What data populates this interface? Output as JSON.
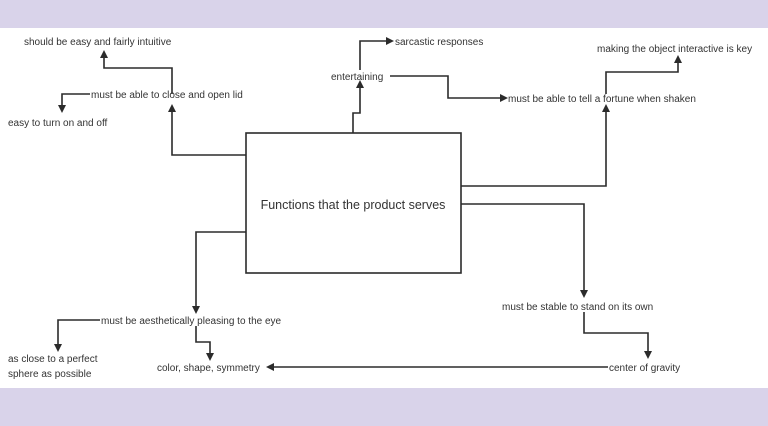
{
  "diagram": {
    "center": "Functions that the product serves",
    "nodes": {
      "easy_intuitive": "should be easy and fairly intuitive",
      "close_open_lid": "must be able to close and open lid",
      "easy_turn": "easy to turn on and off",
      "sarcastic": "sarcastic responses",
      "entertaining": "entertaining",
      "interactive_key": "making the object interactive is key",
      "fortune": "must be able to tell a fortune when shaken",
      "stable": "must be stable to stand on its own",
      "aesthetic": "must be aesthetically pleasing to the eye",
      "sphere_line1": "as close to a perfect",
      "sphere_line2": "sphere as possible",
      "color_shape": "color, shape, symmetry",
      "gravity": "center of gravity"
    }
  },
  "colors": {
    "band": "#d9d3ea",
    "canvas": "#ffffff",
    "line": "#2b2b2b",
    "text": "#333333"
  }
}
